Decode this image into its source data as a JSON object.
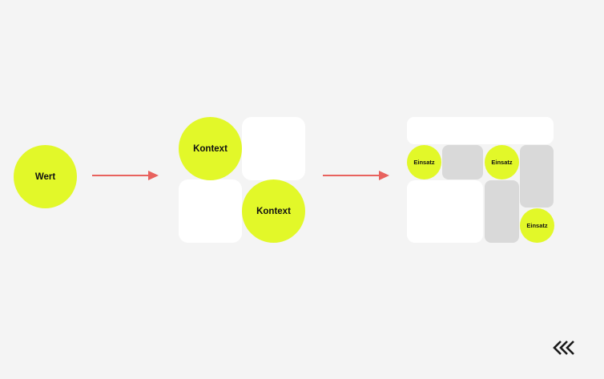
{
  "colors": {
    "background": "#f4f4f4",
    "accent": "#e2f829",
    "tile_white": "#ffffff",
    "tile_gray": "#d9d9d9",
    "arrow": "#e8625e",
    "text": "#111111",
    "logo": "#1a1a1a"
  },
  "labels": {
    "wert": "Wert",
    "kontext_1": "Kontext",
    "kontext_2": "Kontext",
    "einsatz_1": "Einsatz",
    "einsatz_2": "Einsatz",
    "einsatz_3": "Einsatz"
  },
  "logo": {
    "icon": "triple-chevron-left-icon"
  }
}
